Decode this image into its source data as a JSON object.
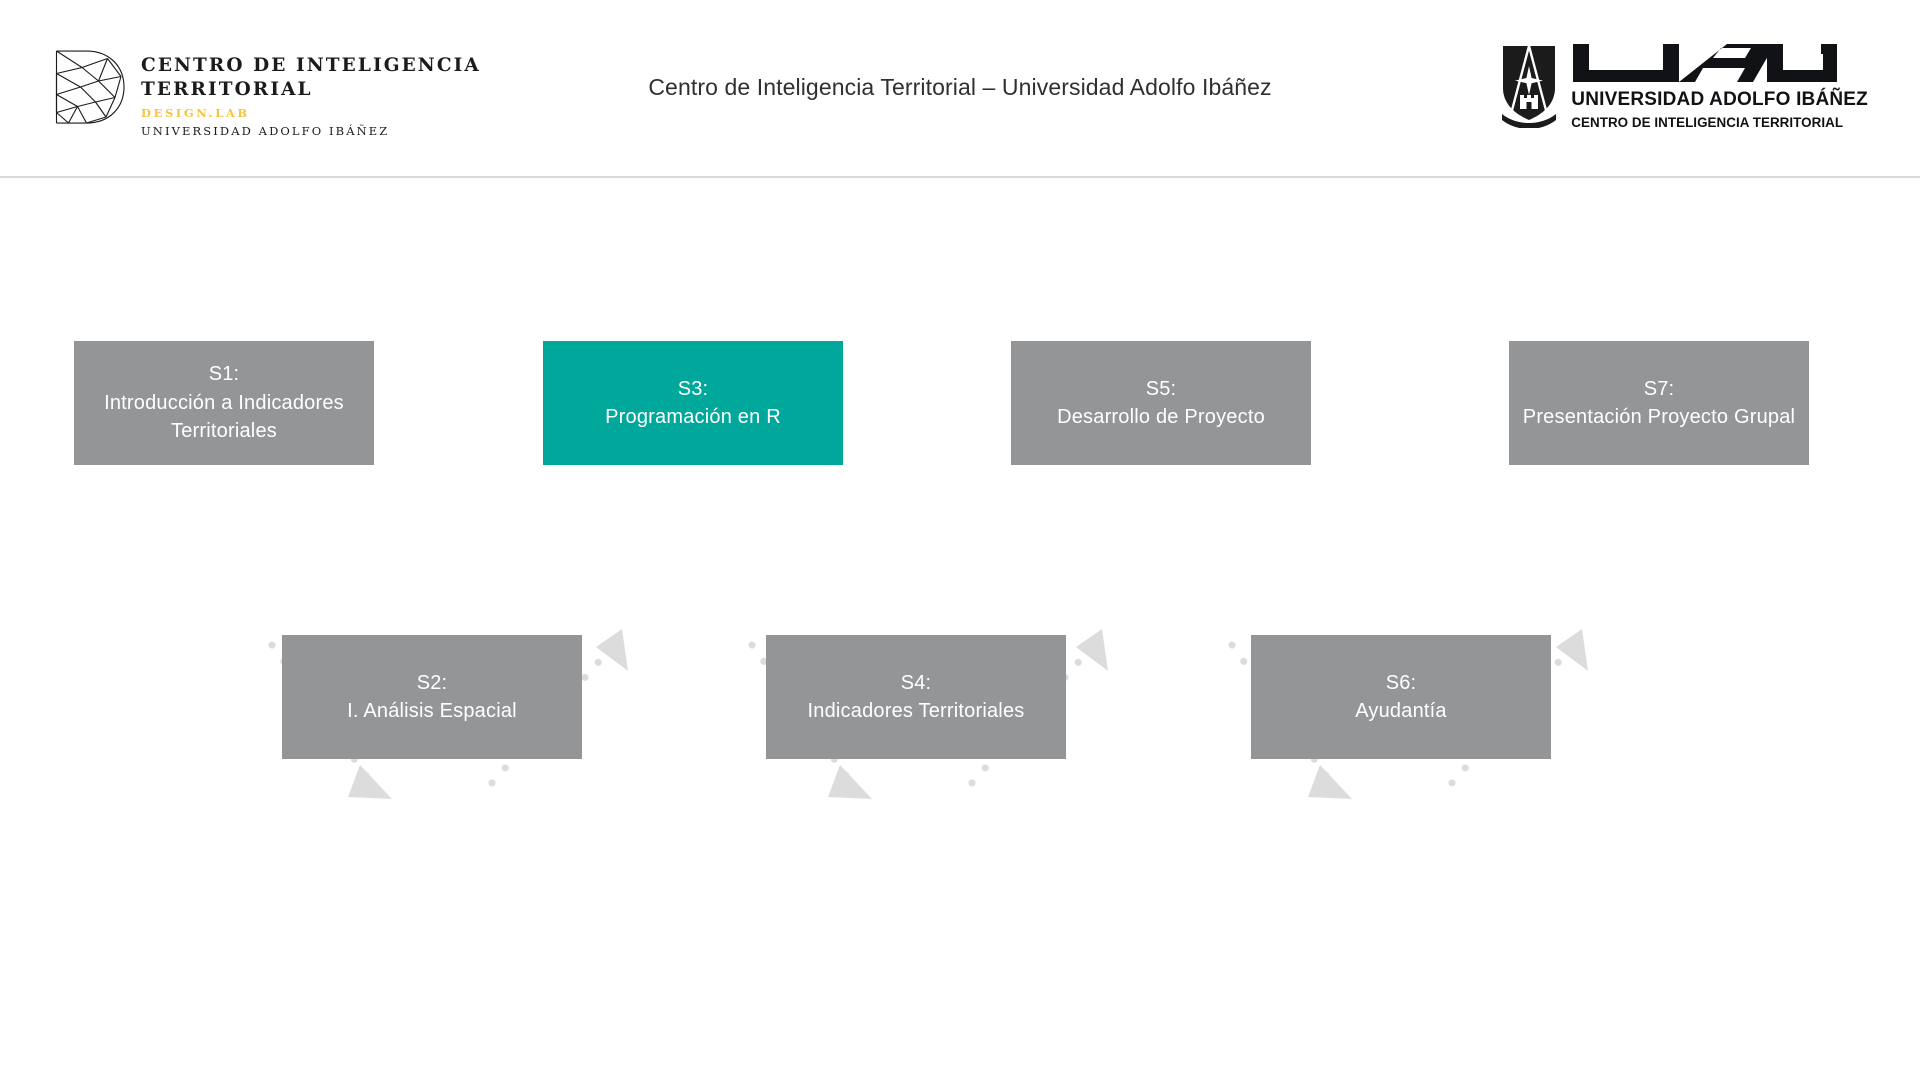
{
  "header": {
    "title": "Centro de Inteligencia Territorial – Universidad Adolfo Ibáñez",
    "left_logo": {
      "name": "centro-de-inteligencia-territorial-logo",
      "line1": "CENTRO DE INTELIGENCIA",
      "line2": "TERRITORIAL",
      "line3": "DESIGN.LAB",
      "line4": "UNIVERSIDAD ADOLFO IBÁÑEZ",
      "accent_color": "#f5c442",
      "text_color": "#1b1b1b"
    },
    "right_logo": {
      "name": "universidad-adolfo-ibanez-logo",
      "wordmark": "UAI",
      "line1": "UNIVERSIDAD ADOLFO IBÁÑEZ",
      "line2": "CENTRO DE INTELIGENCIA TERRITORIAL",
      "text_color": "#111215"
    },
    "divider_color": "#d8d9da"
  },
  "diagram": {
    "type": "zigzag-flow",
    "box_color": "#939597",
    "active_box_color": "#00a79b",
    "connector_color": "#dcdcdc",
    "label_color": "#ffffff",
    "nodes": [
      {
        "id": "s1",
        "code": "S1:",
        "title": "Introducción a Indicadores Territoriales",
        "row": "top",
        "active": false
      },
      {
        "id": "s2",
        "code": "S2:",
        "title": "I. Análisis Espacial",
        "row": "bottom",
        "active": false
      },
      {
        "id": "s3",
        "code": "S3:",
        "title": "Programación en R",
        "row": "top",
        "active": true
      },
      {
        "id": "s4",
        "code": "S4:",
        "title": "Indicadores Territoriales",
        "row": "bottom",
        "active": false
      },
      {
        "id": "s5",
        "code": "S5:",
        "title": "Desarrollo de Proyecto",
        "row": "top",
        "active": false
      },
      {
        "id": "s6",
        "code": "S6:",
        "title": "Ayudantía",
        "row": "bottom",
        "active": false
      },
      {
        "id": "s7",
        "code": "S7:",
        "title": "Presentación Proyecto Grupal",
        "row": "top",
        "active": false
      }
    ],
    "connections": [
      {
        "from": "s1",
        "to": "s2"
      },
      {
        "from": "s2",
        "to": "s3"
      },
      {
        "from": "s3",
        "to": "s4"
      },
      {
        "from": "s4",
        "to": "s5"
      },
      {
        "from": "s5",
        "to": "s6"
      },
      {
        "from": "s6",
        "to": "s7"
      }
    ]
  }
}
